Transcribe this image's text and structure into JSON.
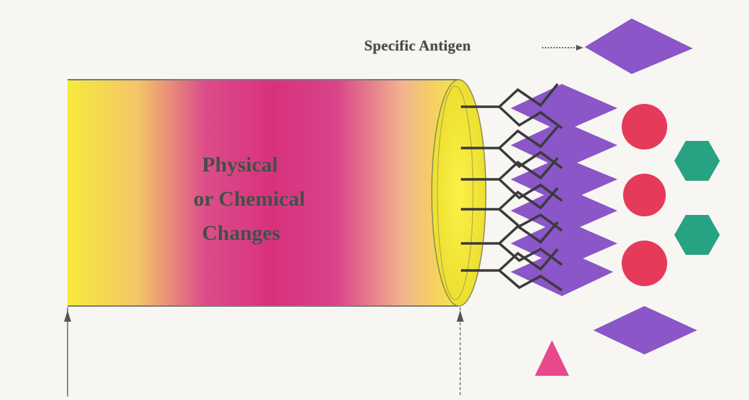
{
  "labels": {
    "specific_antigen": "Specific Antigen",
    "changes_line1": "Physical",
    "changes_line2": "or Chemical",
    "changes_line3": "Changes"
  },
  "colors": {
    "cylinder_yellow": "#f6ea3a",
    "cylinder_magenta": "#d8317c",
    "antigen_purple": "#8a56c8",
    "sphere_red": "#e63a5a",
    "hexagon_teal": "#27a283",
    "triangle_pink": "#e8488c",
    "antibody_dark": "#3a3a3a"
  }
}
